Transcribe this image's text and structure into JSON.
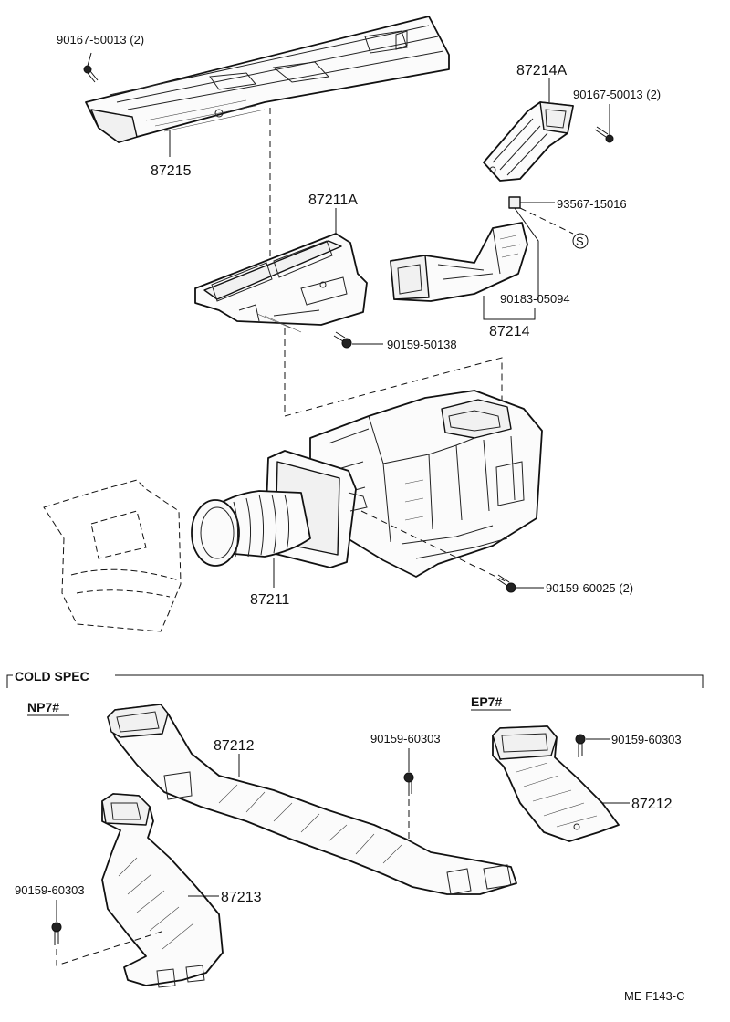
{
  "labels": {
    "bolt_90167_top_left": "90167-50013 (2)",
    "duct_87215": "87215",
    "duct_87214A": "87214A",
    "bolt_90167_right": "90167-50013 (2)",
    "part_87211A": "87211A",
    "clip_93567": "93567-15016",
    "mark_s": "S",
    "bolt_90183": "90183-05094",
    "duct_87214": "87214",
    "screw_90159_50138": "90159-50138",
    "part_87211": "87211",
    "screw_90159_60025": "90159-60025 (2)",
    "section_cold_spec": "COLD SPEC",
    "variant_np7": "NP7#",
    "variant_ep7": "EP7#",
    "duct_87212_np": "87212",
    "screw_90159_60303_np_upper": "90159-60303",
    "screw_90159_60303_np_lower": "90159-60303",
    "duct_87213": "87213",
    "screw_90159_60303_ep": "90159-60303",
    "duct_87212_ep": "87212",
    "figure_code": "ME  F143-C"
  }
}
